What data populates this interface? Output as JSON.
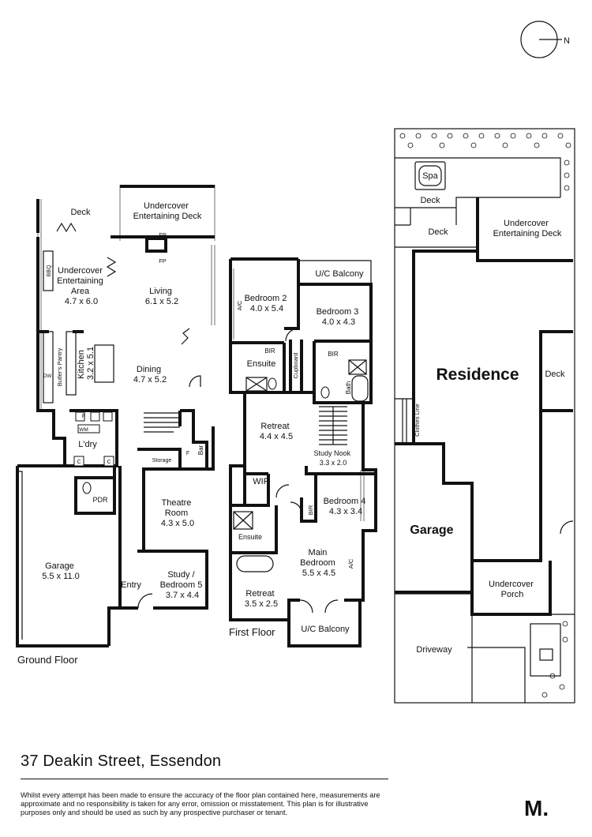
{
  "compass": {
    "label": "N"
  },
  "floor_titles": {
    "ground": "Ground Floor",
    "first": "First Floor"
  },
  "ground_floor": {
    "deck": "Deck",
    "entertaining_deck": [
      "Undercover",
      "Entertaining Deck"
    ],
    "entertaining_area": [
      "Undercover",
      "Entertaining",
      "Area",
      "4.7 x 6.0"
    ],
    "living": [
      "Living",
      "6.1 x 5.2"
    ],
    "kitchen": [
      "Kitchen",
      "3.2 x 5.1"
    ],
    "butlers_pantry": "Butler's Pantry",
    "dining": [
      "Dining",
      "4.7 x 5.2"
    ],
    "laundry": "L'dry",
    "pdr": "PDR",
    "garage": [
      "Garage",
      "5.5 x 11.0"
    ],
    "theatre": [
      "Theatre",
      "Room",
      "4.3 x 5.0"
    ],
    "study": [
      "Study /",
      "Bedroom 5",
      "3.7 x 4.4"
    ],
    "entry": "Entry",
    "storage": "Storage",
    "bar": "Bar",
    "fp": "FP",
    "bbq": "BBQ",
    "dw": "DW",
    "wm": "WM",
    "f": "F",
    "c": "C"
  },
  "first_floor": {
    "uc_balcony": "U/C Balcony",
    "bedroom2": [
      "Bedroom 2",
      "4.0 x 5.4"
    ],
    "bedroom3": [
      "Bedroom 3",
      "4.0 x 4.3"
    ],
    "ac": "A/C",
    "bir": "BIR",
    "ensuite": "Ensuite",
    "cupboard": "Cupboard",
    "bath": "Bath",
    "retreat_mid": [
      "Retreat",
      "4.4 x 4.5"
    ],
    "study_nook": [
      "Study Nook",
      "3.3 x 2.0"
    ],
    "wir": "WIR",
    "bedroom4": [
      "Bedroom 4",
      "4.3 x 3.4"
    ],
    "main_bedroom": [
      "Main",
      "Bedroom",
      "5.5 x 4.5"
    ],
    "retreat_small": [
      "Retreat",
      "3.5 x 2.5"
    ],
    "uc_balcony_lower": "U/C Balcony"
  },
  "site_plan": {
    "spa": "Spa",
    "deck_top": "Deck",
    "deck_left": "Deck",
    "entertaining_deck": [
      "Undercover",
      "Entertaining Deck"
    ],
    "residence": "Residence",
    "deck_right": "Deck",
    "clothes_line": "Clothes Line",
    "garage": "Garage",
    "porch": [
      "Undercover",
      "Porch"
    ],
    "driveway": "Driveway"
  },
  "footer": {
    "address": "37 Deakin Street, Essendon",
    "disclaimer": "Whilst every attempt has been made to ensure the accuracy of the floor plan contained here, measurements are approximate and no responsibility is taken for any error, omission or misstatement. This plan is for illustrative purposes only and should be used as such by any prospective purchaser or tenant.",
    "logo": "M."
  }
}
